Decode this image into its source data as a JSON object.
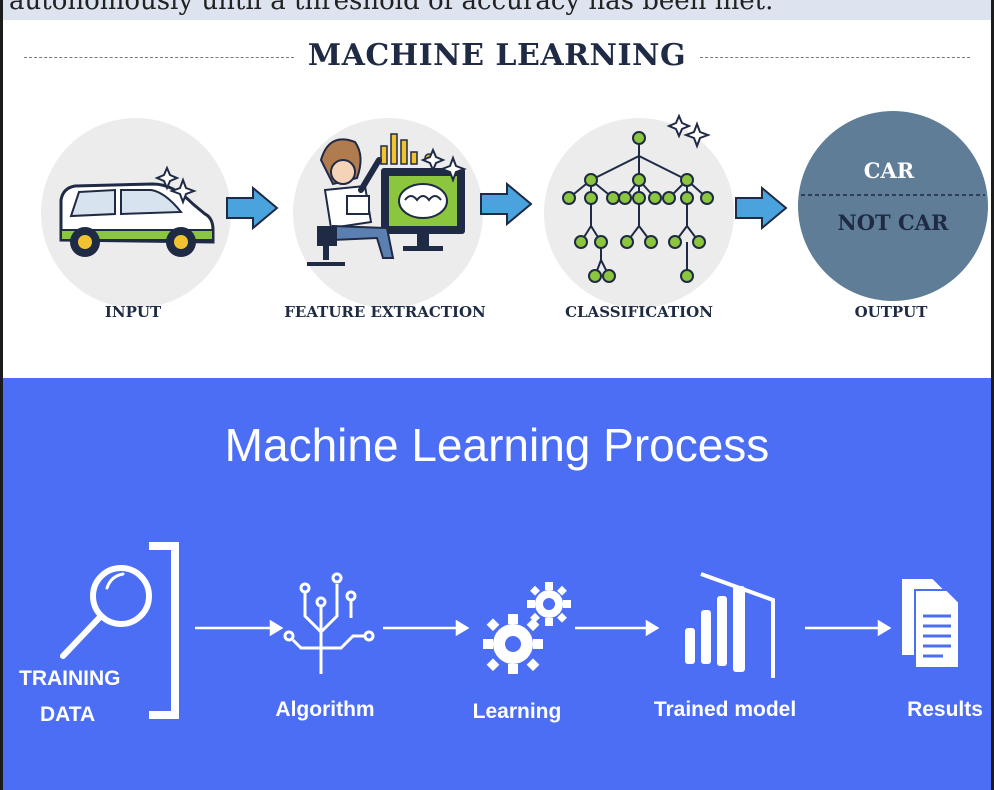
{
  "top_caption": "autonomously until a threshold of accuracy has been met.",
  "ml_diagram": {
    "title": "MACHINE LEARNING",
    "stages": [
      {
        "label": "INPUT"
      },
      {
        "label": "FEATURE EXTRACTION"
      },
      {
        "label": "CLASSIFICATION"
      },
      {
        "label": "OUTPUT"
      }
    ],
    "output_options": [
      "CAR",
      "NOT CAR"
    ]
  },
  "process_diagram": {
    "title": "Machine Learning Process",
    "steps": [
      {
        "label_line1": "TRAINING",
        "label_line2": "DATA"
      },
      {
        "label": "Algorithm"
      },
      {
        "label": "Learning"
      },
      {
        "label": "Trained model"
      },
      {
        "label": "Results"
      }
    ]
  },
  "colors": {
    "navy_text": "#1f2a44",
    "arrow_blue": "#4aa3dc",
    "leaf_green": "#8cc63f",
    "output_circle": "#5f7d96",
    "process_bg": "#4b6ef5"
  }
}
